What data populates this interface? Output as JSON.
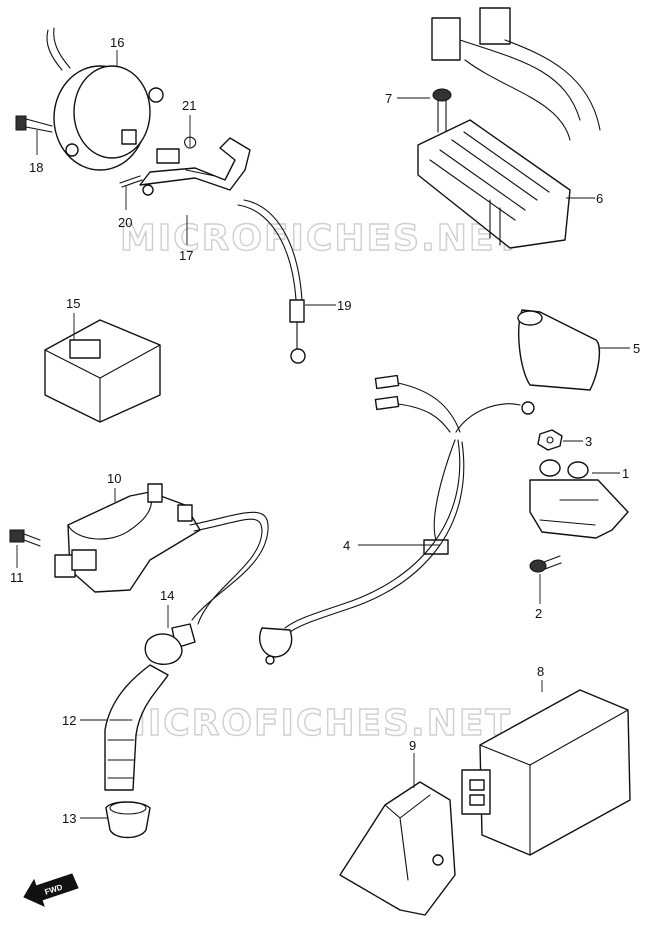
{
  "watermark": "MICROFICHES.NET",
  "fwd_label": "FWD",
  "callouts": {
    "p1": "1",
    "p2": "2",
    "p3": "3",
    "p4": "4",
    "p5": "5",
    "p6": "6",
    "p7": "7",
    "p8": "8",
    "p9": "9",
    "p10": "10",
    "p11": "11",
    "p12": "12",
    "p13": "13",
    "p14": "14",
    "p15": "15",
    "p16": "16",
    "p17": "17",
    "p18": "18",
    "p19": "19",
    "p20": "20",
    "p21": "21"
  }
}
